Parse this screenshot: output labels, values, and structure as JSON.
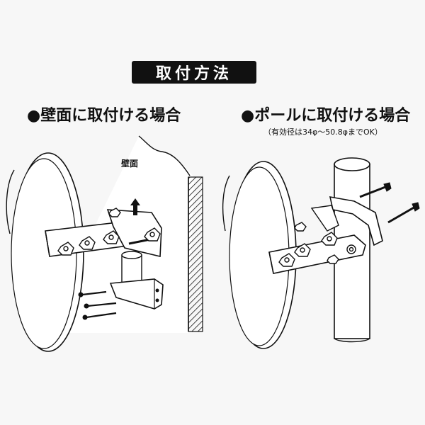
{
  "title": "取付方法",
  "sections": {
    "wall": {
      "heading": "●壁面に取付ける場合",
      "wall_label": "壁面"
    },
    "pole": {
      "heading": "●ポールに取付ける場合",
      "note": "（有効径は34φ～50.8φまでOK）"
    }
  },
  "colors": {
    "ink": "#111111",
    "paper": "#f7f7f7",
    "badge": "#111111"
  }
}
